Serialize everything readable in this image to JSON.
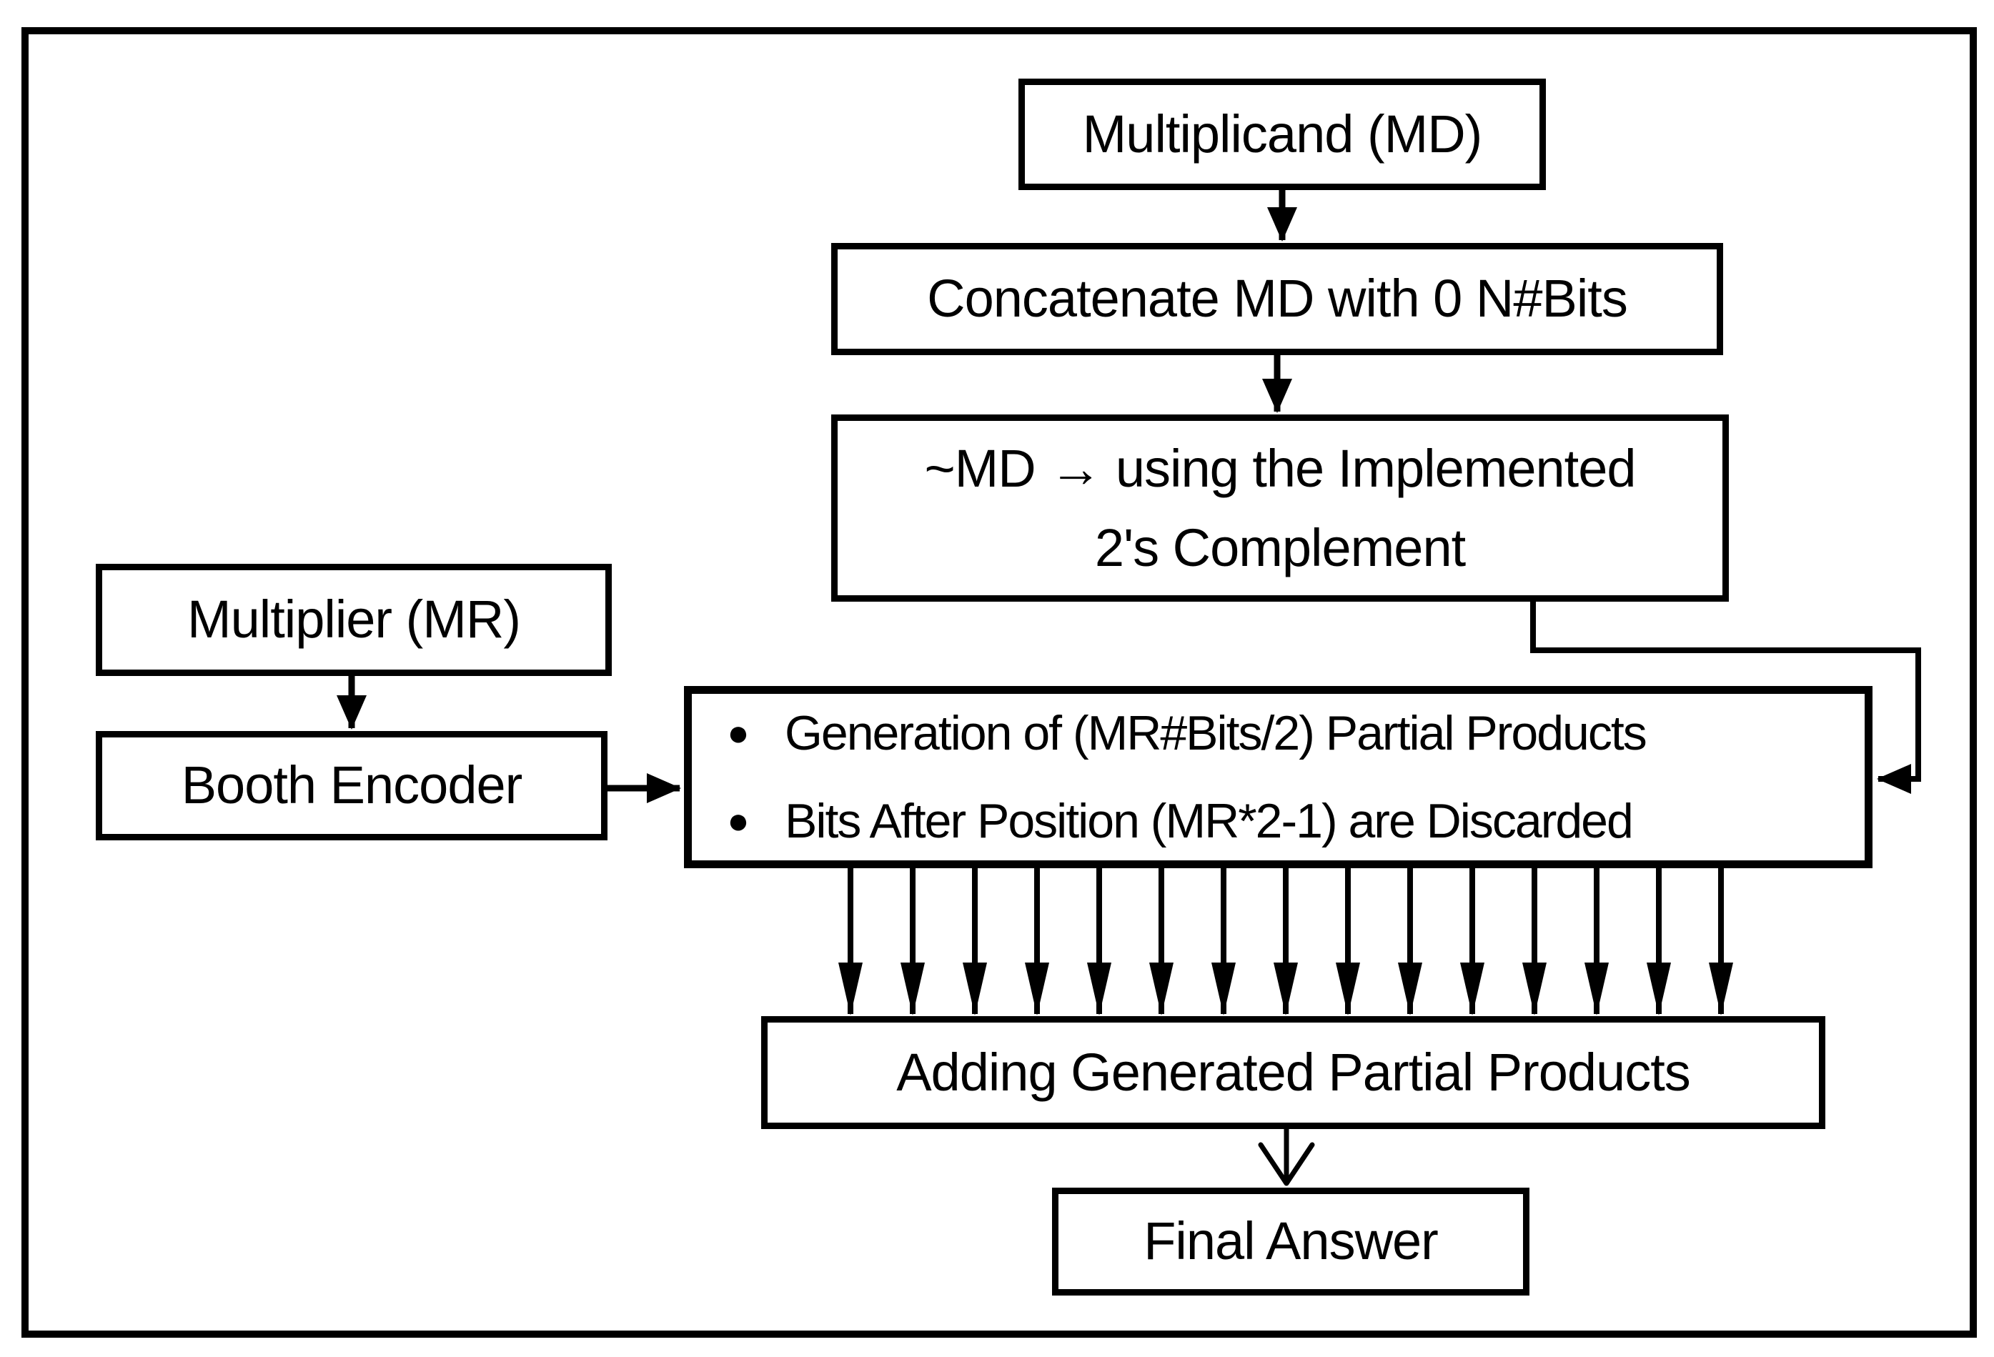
{
  "colors": {
    "ink": "#000000",
    "paper": "#ffffff"
  },
  "diagram": {
    "nodes": {
      "multiplicand": {
        "label": "Multiplicand (MD)"
      },
      "concatenate": {
        "label": "Concatenate MD with 0 N#Bits"
      },
      "twos_complement": {
        "lines": [
          "~MD → using the Implemented",
          "2's Complement"
        ]
      },
      "multiplier": {
        "label": "Multiplier (MR)"
      },
      "booth_encoder": {
        "label": "Booth Encoder"
      },
      "partial_products": {
        "bullet": "●",
        "items": [
          "Generation of (MR#Bits/2) Partial Products",
          "Bits After Position (MR*2-1) are Discarded"
        ]
      },
      "adding": {
        "label": "Adding Generated Partial Products"
      },
      "final": {
        "label": "Final Answer"
      }
    },
    "parallel_arrow_count": 15
  }
}
